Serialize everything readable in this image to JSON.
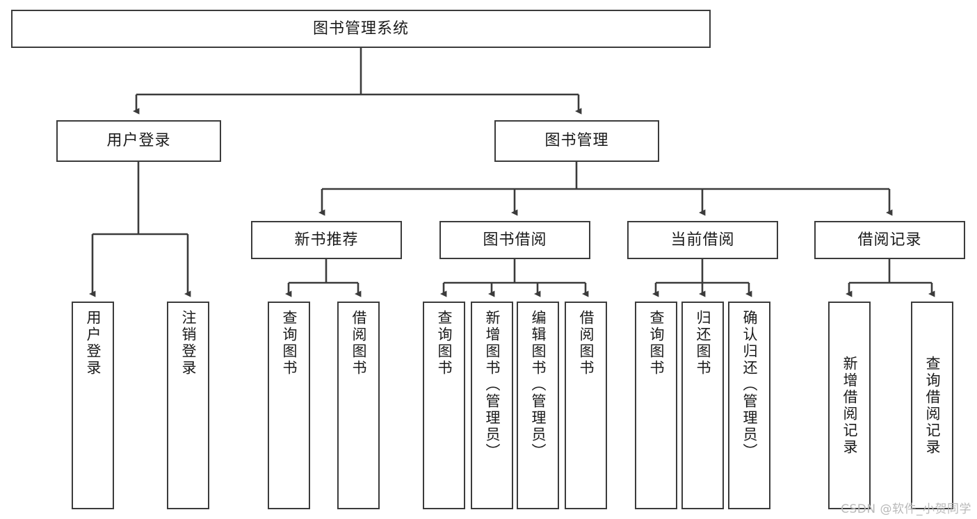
{
  "diagram": {
    "type": "tree-hierarchy",
    "title": "图书管理系统",
    "orientation": "top-down",
    "colors": {
      "box_border": "#3b3b3b",
      "box_fill": "#ffffff",
      "connector": "#3b3b3b",
      "text": "#1a1a1a",
      "watermark": "#b9b9b9",
      "background": "#ffffff"
    },
    "root": {
      "id": "root",
      "label": "图书管理系统"
    },
    "level2": [
      {
        "id": "n-user-login",
        "label": "用户登录"
      },
      {
        "id": "n-book-manage",
        "label": "图书管理"
      }
    ],
    "level3": [
      {
        "id": "n-new-book-rec",
        "label": "新书推荐"
      },
      {
        "id": "n-book-borrow",
        "label": "图书借阅"
      },
      {
        "id": "n-current-borrow",
        "label": "当前借阅"
      },
      {
        "id": "n-borrow-record",
        "label": "借阅记录"
      }
    ],
    "leaves": {
      "user_login": [
        {
          "id": "leaf-user-login",
          "label": "用户登录"
        },
        {
          "id": "leaf-user-logout",
          "label": "注销登录"
        }
      ],
      "new_book_rec": [
        {
          "id": "leaf-query-book-1",
          "label": "查询图书"
        },
        {
          "id": "leaf-borrow-book-1",
          "label": "借阅图书"
        }
      ],
      "book_borrow": [
        {
          "id": "leaf-query-book-2",
          "label": "查询图书"
        },
        {
          "id": "leaf-add-book",
          "label": "新增图书（管理员）"
        },
        {
          "id": "leaf-edit-book",
          "label": "编辑图书（管理员）"
        },
        {
          "id": "leaf-borrow-book-2",
          "label": "借阅图书"
        }
      ],
      "current_borrow": [
        {
          "id": "leaf-query-book-3",
          "label": "查询图书"
        },
        {
          "id": "leaf-return-book",
          "label": "归还图书"
        },
        {
          "id": "leaf-confirm-return",
          "label": "确认归还（管理员）"
        }
      ],
      "borrow_record": [
        {
          "id": "leaf-add-record",
          "label": "新增借阅记录"
        },
        {
          "id": "leaf-query-record",
          "label": "查询借阅记录"
        }
      ]
    }
  },
  "watermark": {
    "text": "CSDN @软件_小贺同学"
  }
}
